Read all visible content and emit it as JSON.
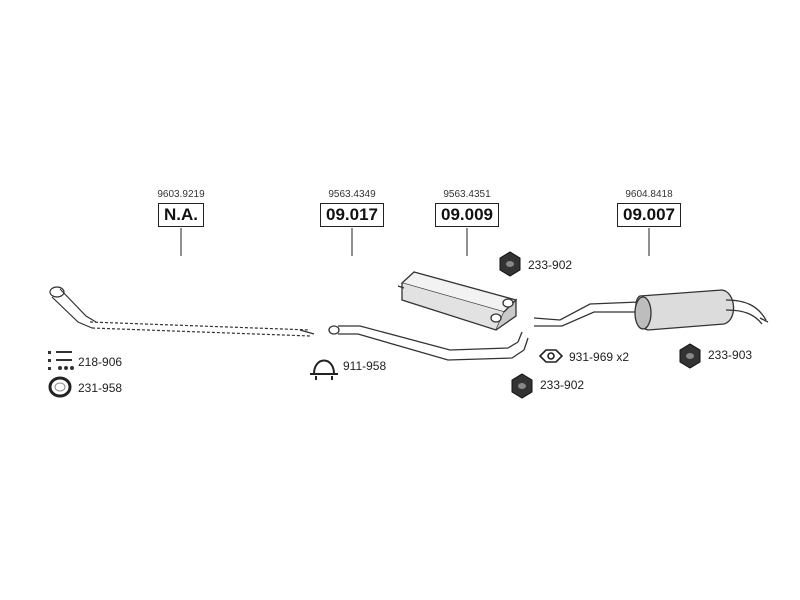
{
  "parts": [
    {
      "reference": "9603.9219",
      "code": "N.A."
    },
    {
      "reference": "9563.4349",
      "code": "09.017"
    },
    {
      "reference": "9563.4351",
      "code": "09.009"
    },
    {
      "reference": "9604.8418",
      "code": "09.007"
    }
  ],
  "hardware": [
    {
      "code": "233-902",
      "icon": "nut-icon"
    },
    {
      "code": "218-906",
      "icon": "bolt-set-icon"
    },
    {
      "code": "231-958",
      "icon": "gasket-ring-icon"
    },
    {
      "code": "911-958",
      "icon": "pipe-clamp-icon"
    },
    {
      "code": "931-969 x2",
      "icon": "spring-clip-icon"
    },
    {
      "code": "233-902",
      "icon": "nut-icon"
    },
    {
      "code": "233-903",
      "icon": "nut-icon"
    }
  ]
}
